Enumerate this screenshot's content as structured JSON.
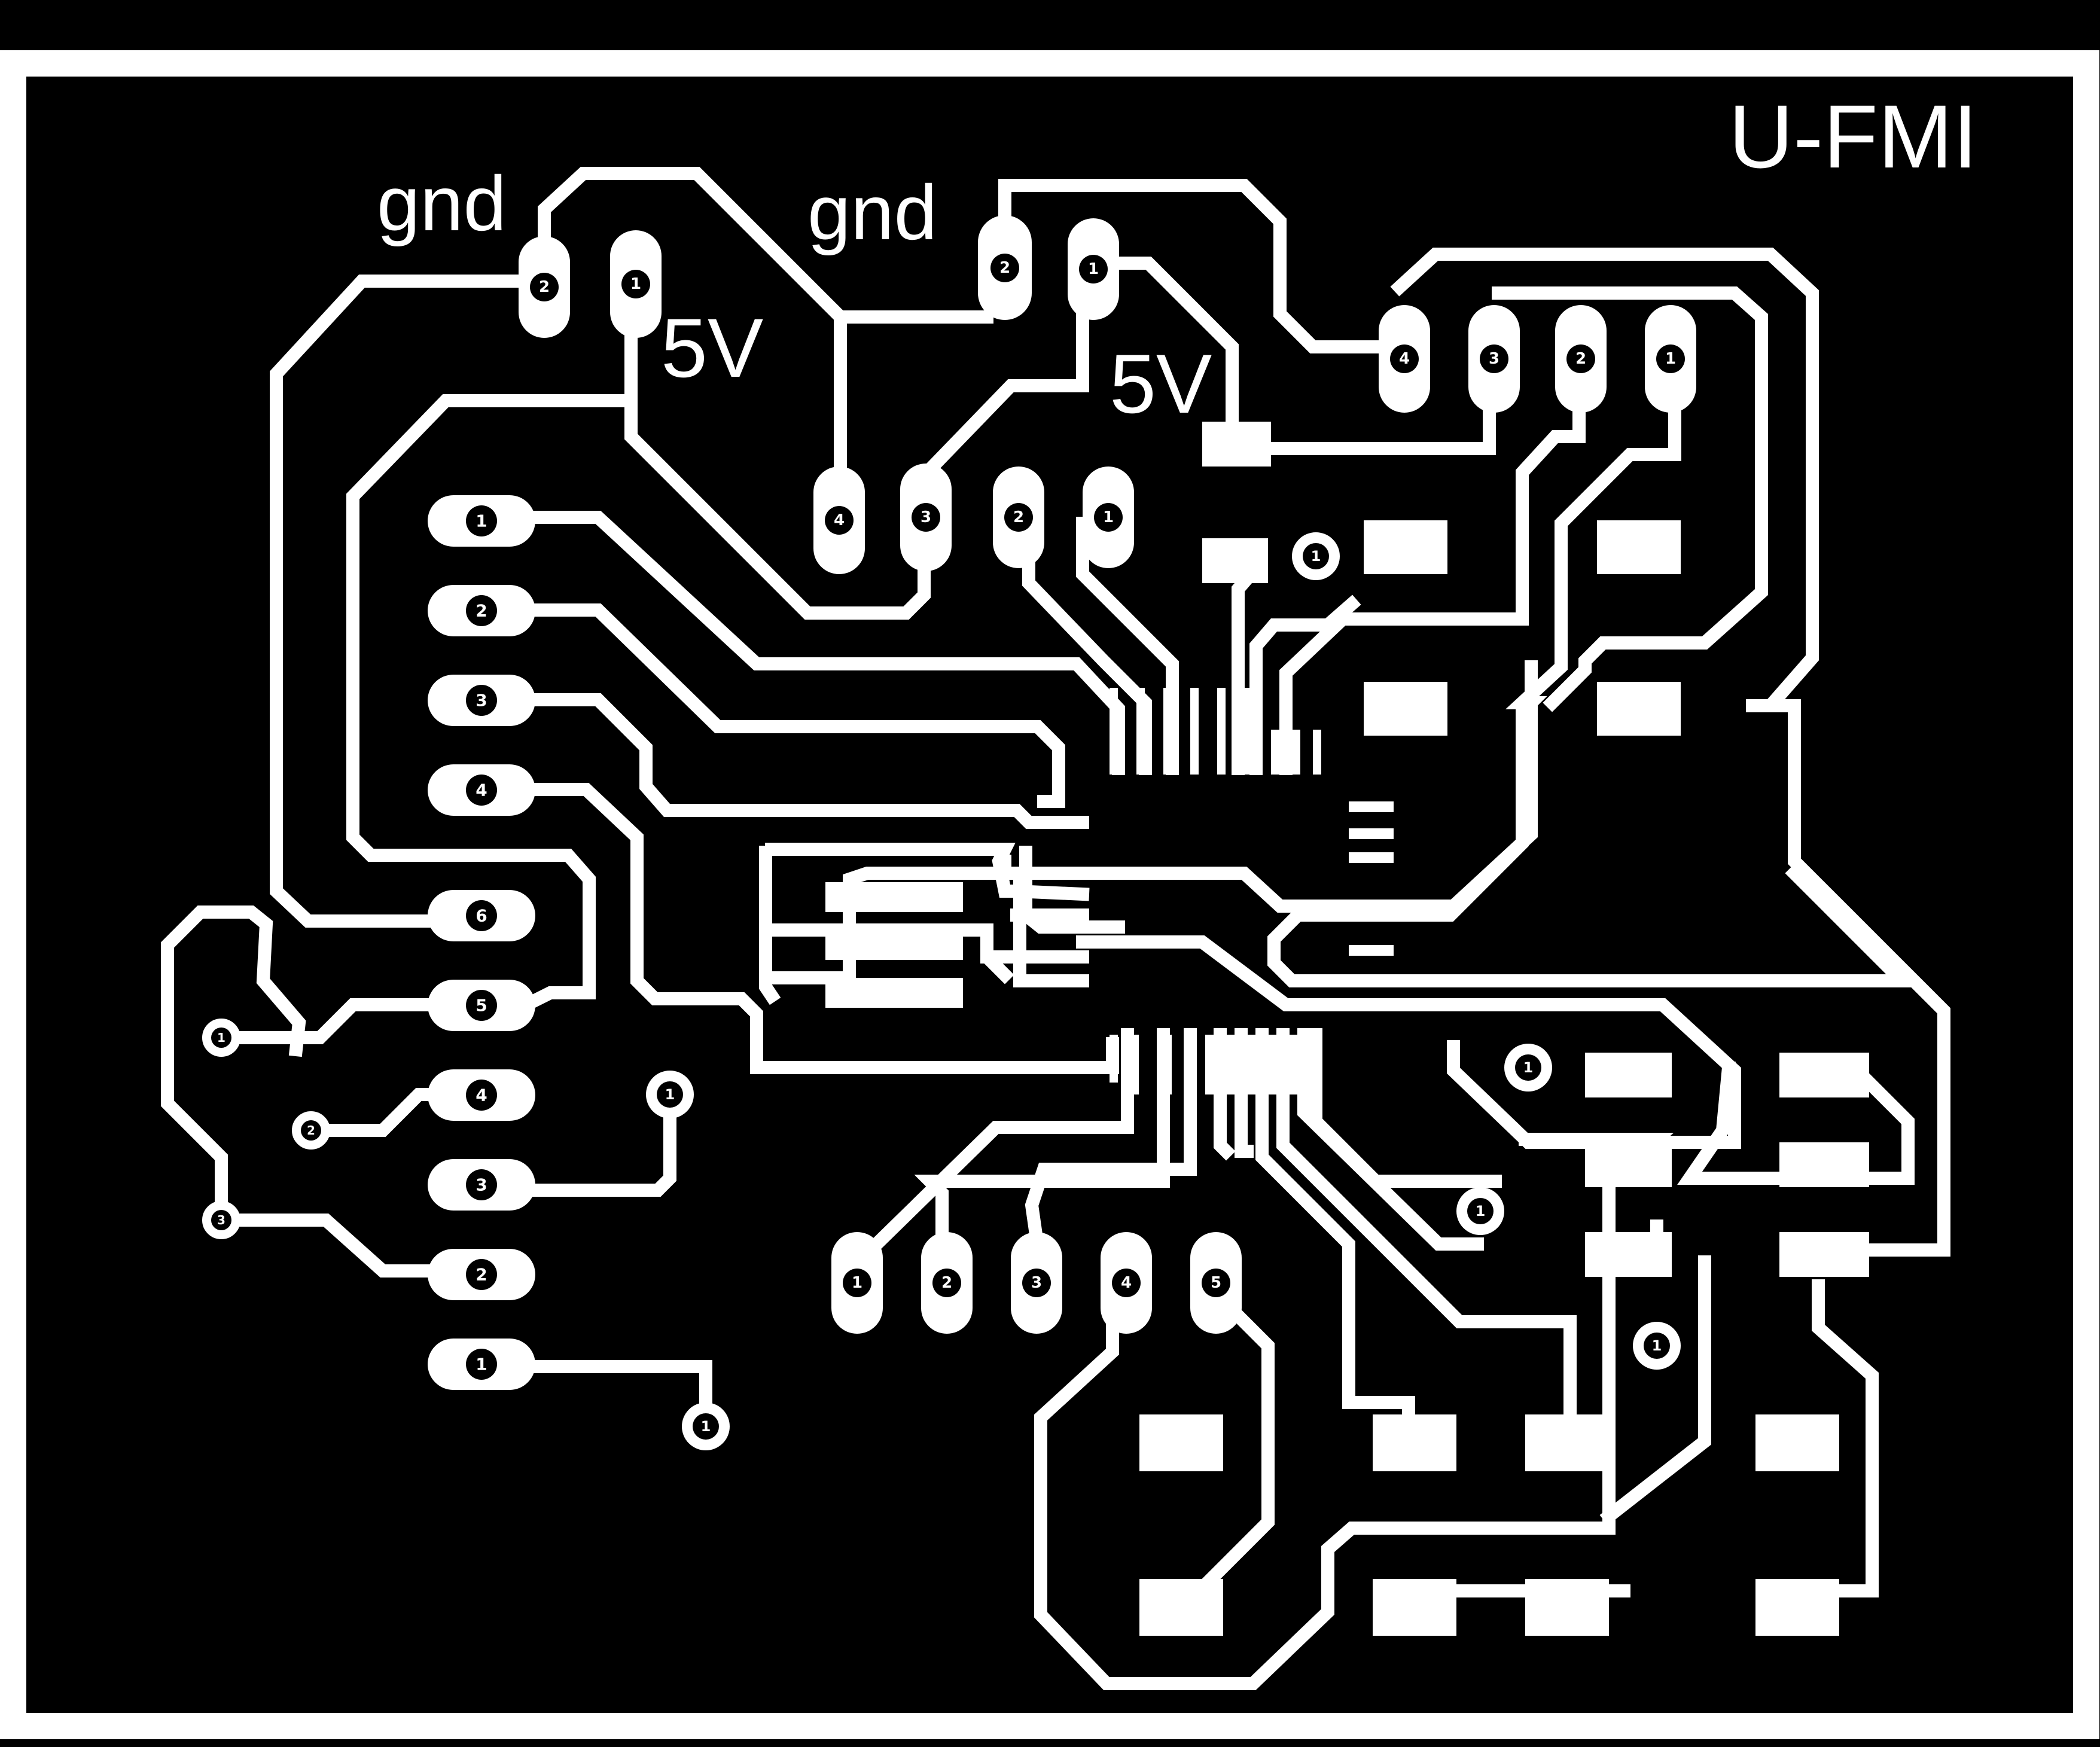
{
  "board": {
    "title": "U-FMI",
    "labels": {
      "gnd_1": "gnd",
      "gnd_2": "gnd",
      "v5_1": "5V",
      "v5_2": "5V"
    },
    "colors": {
      "background": "#000000",
      "copper": "#ffffff"
    }
  },
  "connectors": {
    "power_left": [
      "2",
      "1"
    ],
    "power_right": [
      "2",
      "1"
    ],
    "header_top": [
      "4",
      "3",
      "2",
      "1"
    ],
    "header_right": [
      "4",
      "3",
      "2",
      "1"
    ],
    "header_left_upper": [
      "1",
      "2",
      "3",
      "4"
    ],
    "header_left_lower": [
      "6",
      "5",
      "4",
      "3",
      "2",
      "1"
    ],
    "header_bottom": [
      "1",
      "2",
      "3",
      "4",
      "5"
    ]
  },
  "vias": {
    "v_top": "1",
    "v_led": "1",
    "v_bl1": "1",
    "v_bl2": "2",
    "v_bl3": "3",
    "v_r1": "1",
    "v_r2": "1",
    "v_r3": "1",
    "v_bottom": "1"
  }
}
